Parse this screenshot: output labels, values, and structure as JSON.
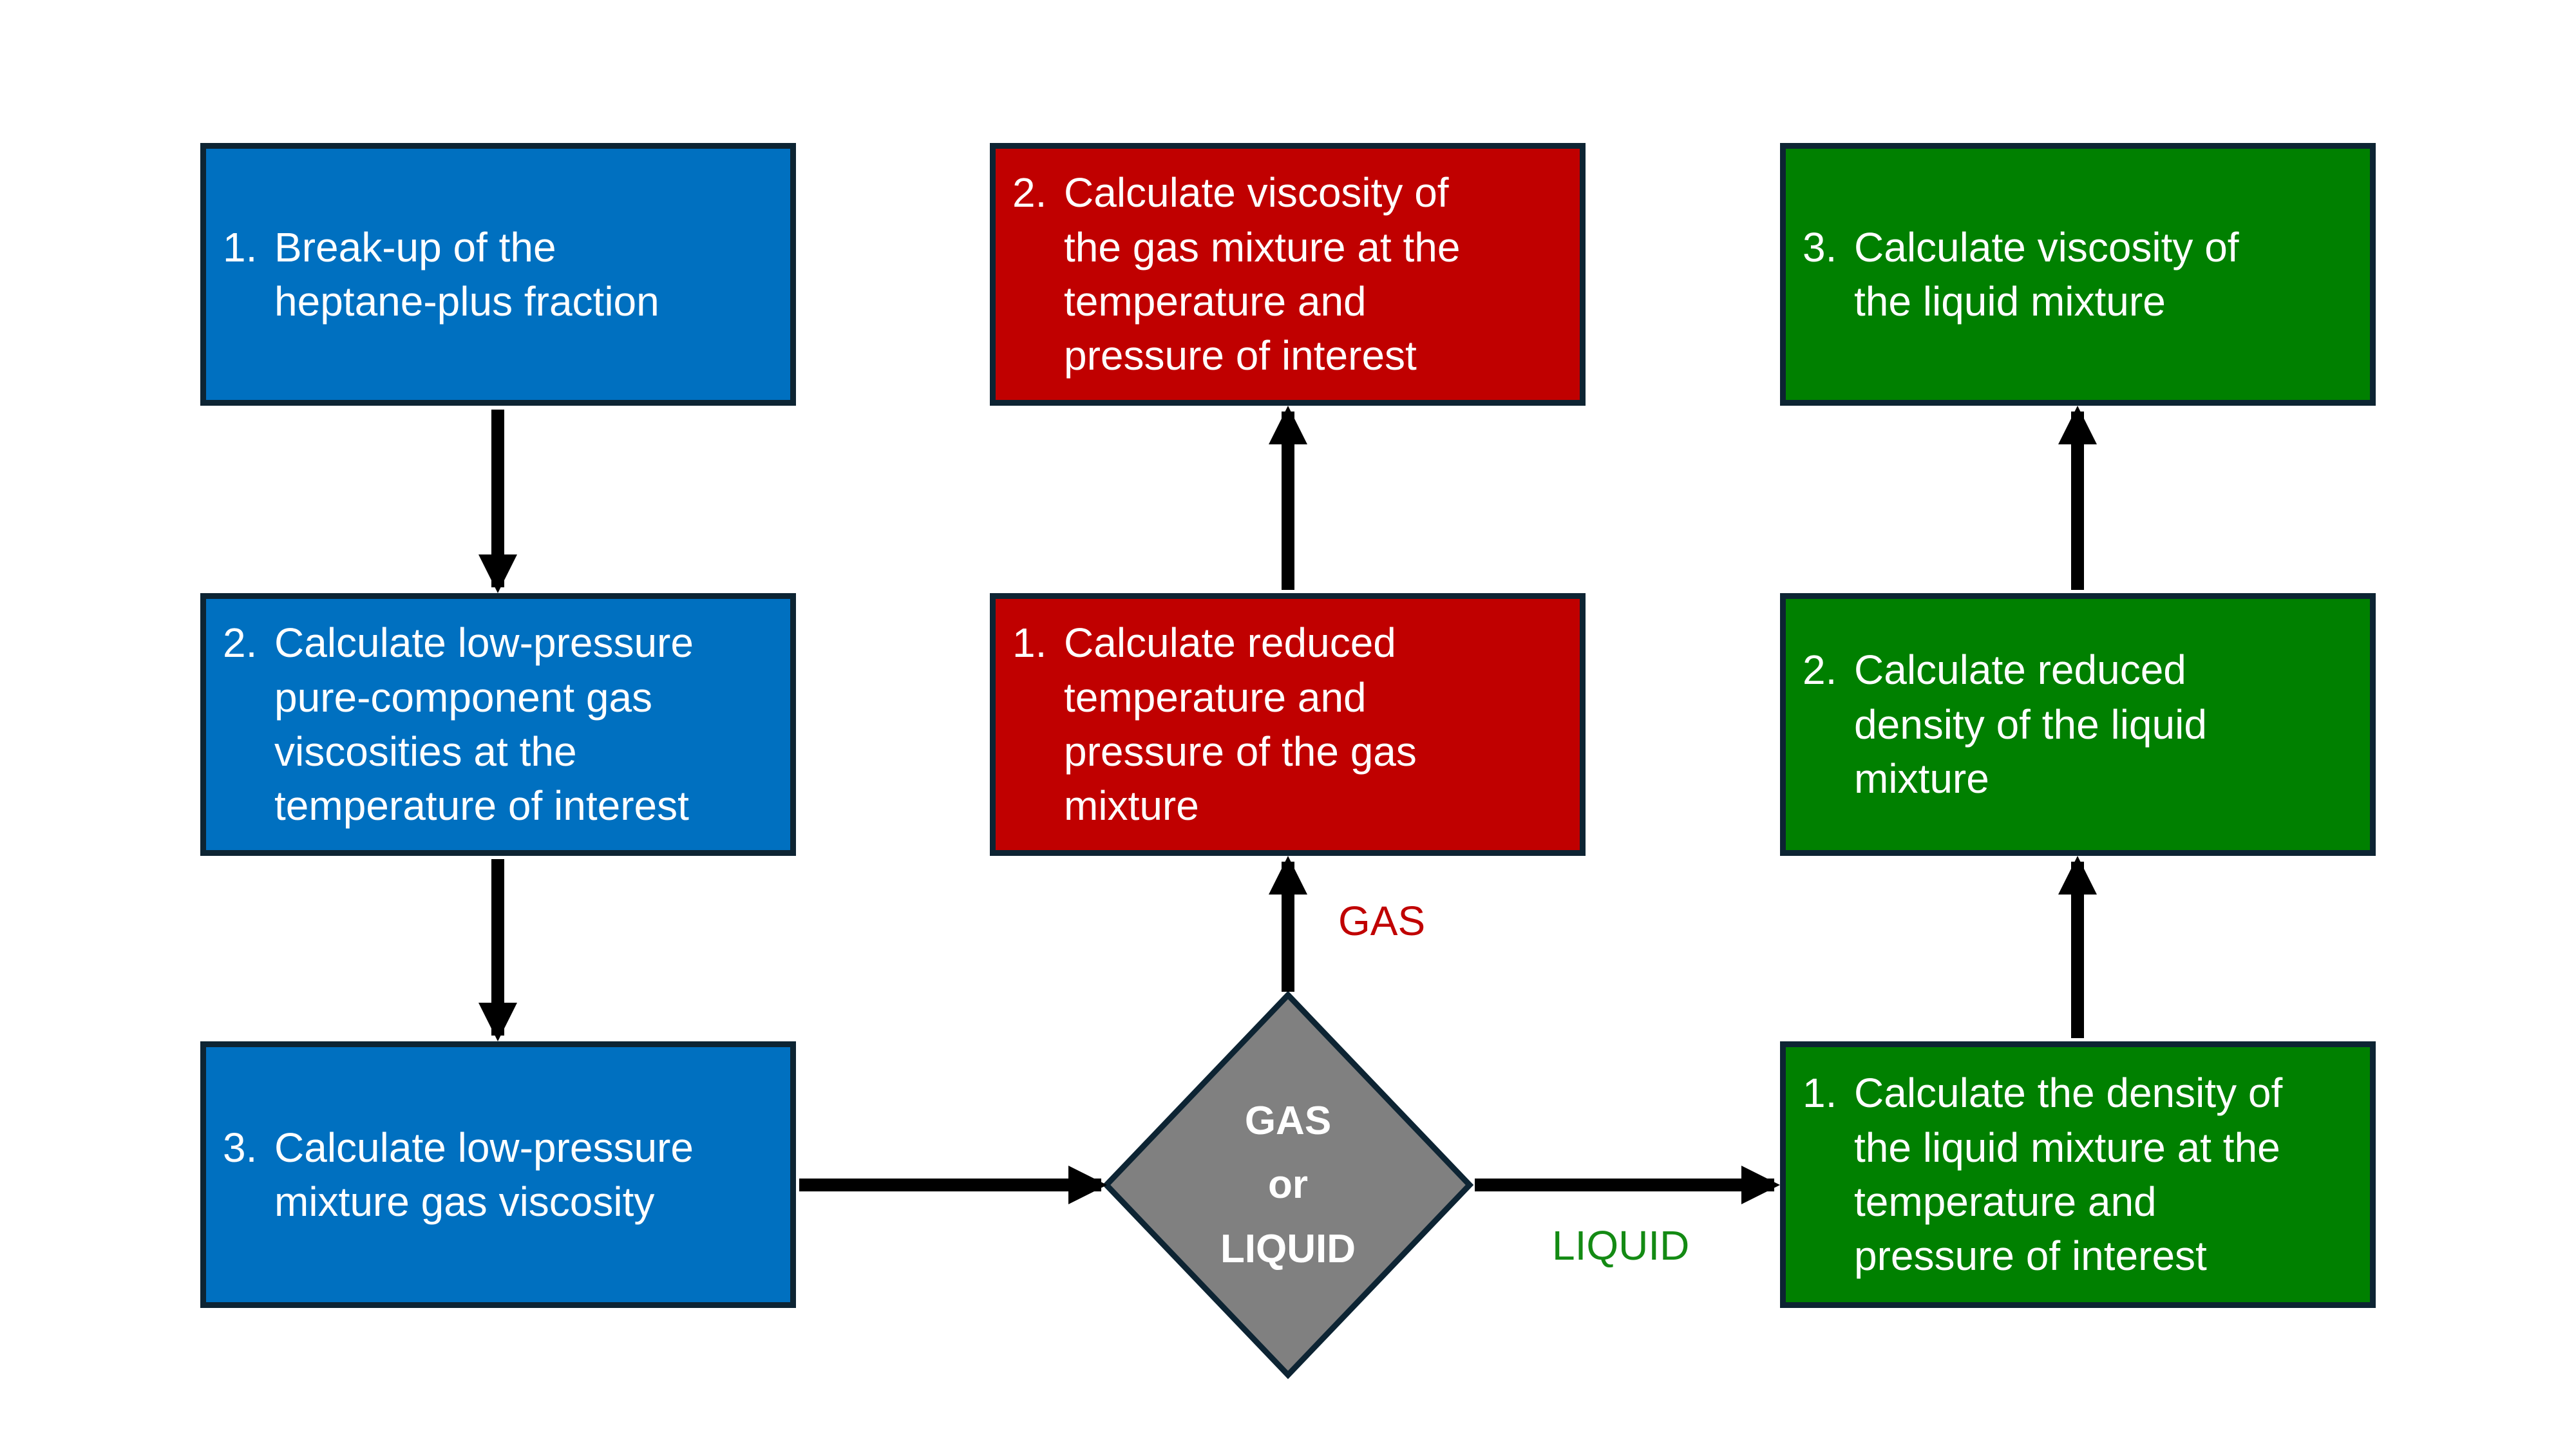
{
  "background": "#FFFFFF",
  "colors": {
    "blue_box": "#0070C0",
    "red_box": "#C00000",
    "green_box": "#008000",
    "decision_gray": "#808080",
    "outline": "#0D2433",
    "arrow": "#000000",
    "box_text": "#FFFFFF",
    "gas_label": "#C00000",
    "liquid_label": "#138A13"
  },
  "boxes": [
    {
      "number": "1.",
      "text": "Break-up of the\nheptane-plus fraction"
    },
    {
      "number": "2.",
      "text": "Calculate low-pressure\npure-component gas\nviscosities at the\ntemperature of interest"
    },
    {
      "number": "3.",
      "text": "Calculate low-pressure\nmixture gas viscosity"
    },
    {
      "number": "2.",
      "text": "Calculate viscosity of\nthe gas mixture at the\ntemperature and\npressure of interest"
    },
    {
      "number": "1.",
      "text": "Calculate reduced\ntemperature and\npressure of the gas\nmixture"
    },
    {
      "number": "3.",
      "text": "Calculate viscosity of\nthe liquid mixture"
    },
    {
      "number": "2.",
      "text": "Calculate reduced\ndensity of the liquid\nmixture"
    },
    {
      "number": "1.",
      "text": "Calculate the density of\nthe liquid mixture at the\ntemperature and\npressure of interest"
    }
  ],
  "decision": {
    "text": "GAS\nor\nLIQUID"
  },
  "branch_labels": {
    "gas": "GAS",
    "liquid": "LIQUID"
  }
}
